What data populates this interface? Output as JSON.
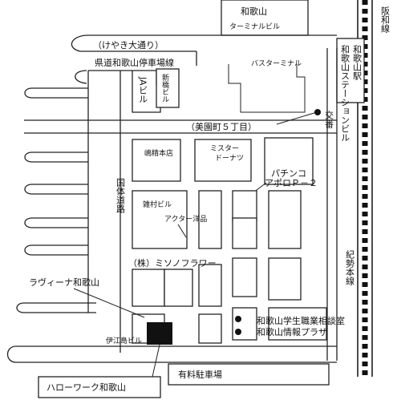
{
  "labels": {
    "terminal_name": "和歌山",
    "terminal_sub": "ターミナルビル",
    "hanwa_line": "阪和線",
    "wakayama_station": "和歌山駅",
    "station_building": "和歌山ステーションビル",
    "kisei_line": "紀勢本線",
    "keyaki": "（けやき大通り）",
    "kendou": "県道和歌山停車場線",
    "bus_terminal": "バスターミナル",
    "ja_building": "JAビル",
    "shinbashi_building": "新橋ビル",
    "bien_cho": "（美園町５丁目）",
    "police_box": "交番",
    "shimasei": "嶋精本店",
    "mister_donut_1": "ミスター",
    "mister_donut_2": "ドーナツ",
    "kokutai": "国体道路",
    "pachinko_1": "パチンコ",
    "pachinko_2": "アポロＰ－２",
    "zoumura": "雑村ビル",
    "acta": "アクター洋品",
    "misono_flower": "（株）ミソノフラワー",
    "la_vina": "ラヴィーナ和歌山",
    "student_career": "和歌山学生職業相談室",
    "info_plaza": "和歌山情報プラザ",
    "iejima": "伊江島ビル",
    "hello_work": "ハローワーク和歌山",
    "parking": "有料駐車場"
  }
}
